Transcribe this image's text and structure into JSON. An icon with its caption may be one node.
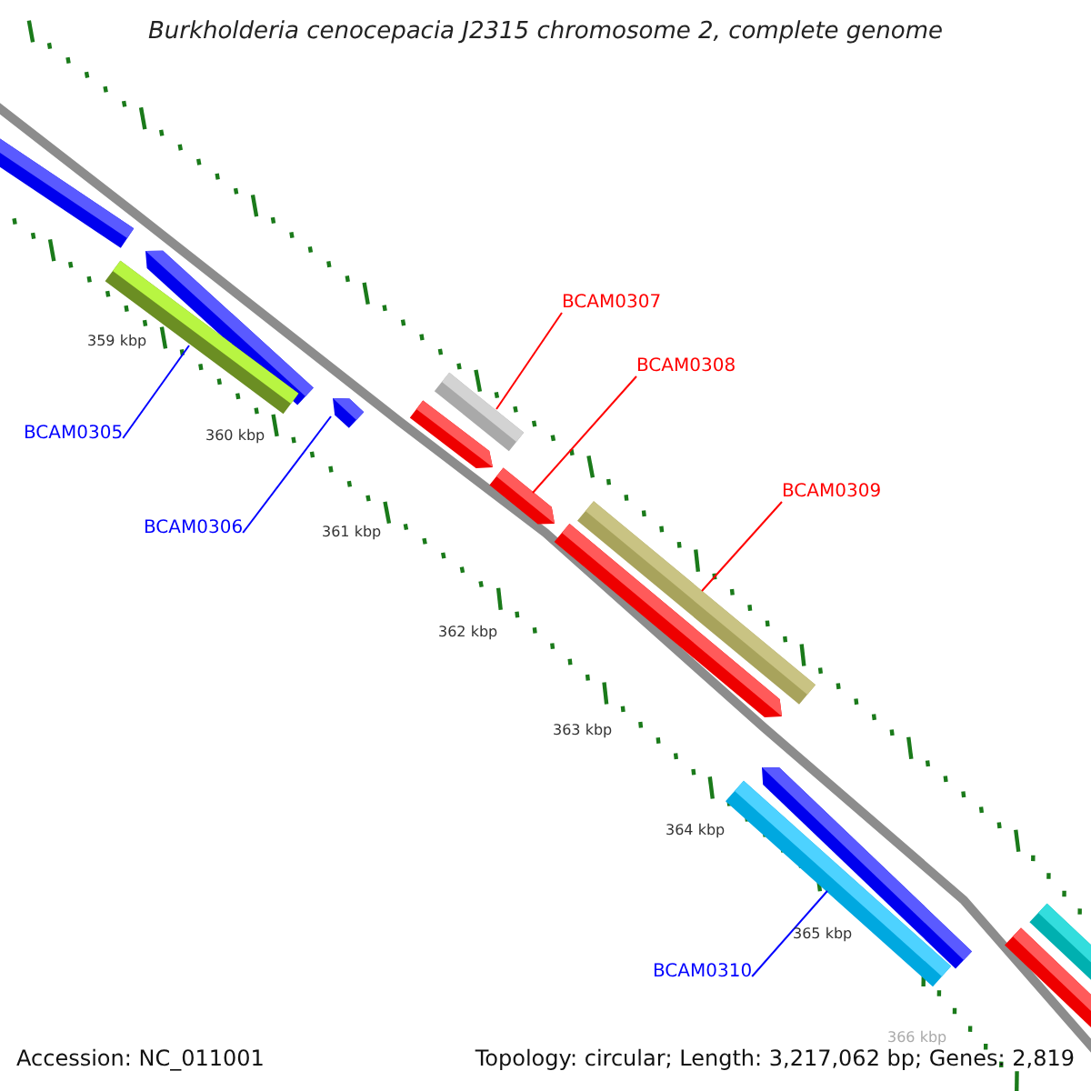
{
  "diagram": {
    "title": "Burkholderia cenocepacia J2315 chromosome 2, complete genome",
    "nodes": [
      {
        "text": [],
        "shape": "bar"
      },
      {
        "text": [],
        "shape": "pentagon"
      },
      {
        "text": [],
        "shape": "bar"
      },
      {
        "text": [
          "BCAM0305"
        ]
      },
      {
        "text": [],
        "shape": "pentagon"
      },
      {
        "text": [
          "BCAM0306"
        ]
      },
      {
        "text": [
          "BCAM0307"
        ]
      },
      {
        "text": [],
        "shape": "bar"
      },
      {
        "text": [
          "BCAM0308"
        ]
      },
      {
        "text": [],
        "shape": "pentagon"
      },
      {
        "text": [],
        "shape": "pentagon"
      },
      {
        "text": [
          "BCAM0309"
        ]
      },
      {
        "text": [],
        "shape": "bar"
      },
      {
        "text": [],
        "shape": "pentagon"
      },
      {
        "text": [],
        "shape": "pentagon"
      },
      {
        "text": [],
        "shape": "bar"
      },
      {
        "text": [
          "BCAM0310"
        ]
      },
      {
        "text": [],
        "shape": "bar"
      },
      {
        "text": [],
        "shape": "bar"
      }
    ],
    "edges": [
      {
        "from": 3,
        "to": 2,
        "arrow": "none"
      },
      {
        "from": 5,
        "to": 4,
        "arrow": "none"
      },
      {
        "from": 6,
        "to": 7,
        "arrow": "none",
        "color": "#ff0000"
      },
      {
        "from": 8,
        "to": 10,
        "arrow": "none",
        "color": "#ff0000"
      },
      {
        "from": 11,
        "to": 12,
        "arrow": "none",
        "color": "#ff0000"
      },
      {
        "from": 16,
        "to": 15,
        "arrow": "none"
      }
    ],
    "labels": [
      "359 kbp",
      "360 kbp",
      "361 kbp",
      "362 kbp",
      "363 kbp",
      "364 kbp",
      "365 kbp",
      "366 kbp",
      "Accession: NC_011001",
      "Topology: circular; Length: 3,217,062 bp; Genes: 2,819"
    ]
  }
}
